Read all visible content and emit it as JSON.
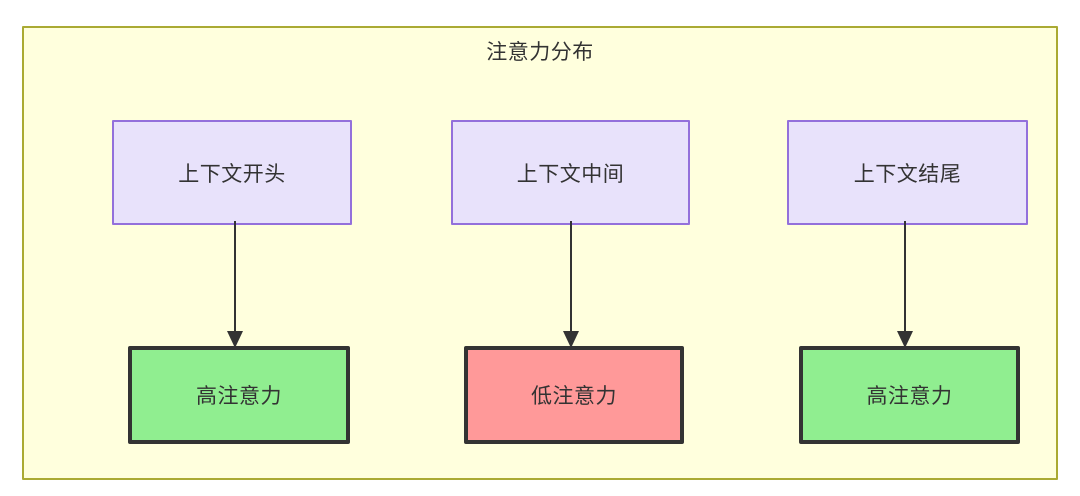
{
  "diagram": {
    "title": "注意力分布",
    "colors": {
      "cluster_bg": "#ffffdd",
      "cluster_border": "#aaaa33",
      "context_node_bg": "#e8e2fb",
      "context_node_border": "#9370db",
      "high_attention_bg": "#90ee90",
      "low_attention_bg": "#ff9999",
      "emphasis_border": "#333333",
      "text": "#333333"
    },
    "top_nodes": [
      {
        "id": "ctx-start",
        "label": "上下文开头"
      },
      {
        "id": "ctx-mid",
        "label": "上下文中间"
      },
      {
        "id": "ctx-end",
        "label": "上下文结尾"
      }
    ],
    "bottom_nodes": [
      {
        "id": "attn-high-left",
        "label": "高注意力"
      },
      {
        "id": "attn-low-mid",
        "label": "低注意力"
      },
      {
        "id": "attn-high-right",
        "label": "高注意力"
      }
    ],
    "edges": [
      {
        "id": "edge-1",
        "from": "上下文开头",
        "to": "高注意力",
        "arrow": "arrow-down-icon"
      },
      {
        "id": "edge-2",
        "from": "上下文中间",
        "to": "低注意力",
        "arrow": "arrow-down-icon"
      },
      {
        "id": "edge-3",
        "from": "上下文结尾",
        "to": "高注意力",
        "arrow": "arrow-down-icon"
      }
    ]
  }
}
